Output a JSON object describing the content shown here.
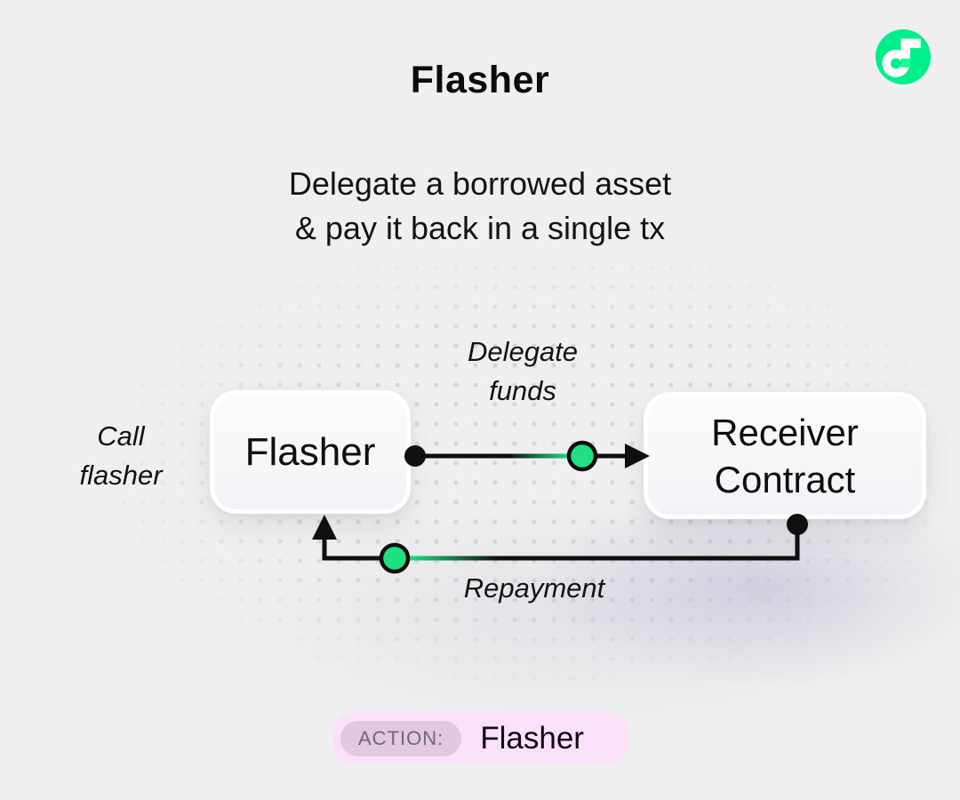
{
  "page": {
    "background": "#EFEFEF"
  },
  "header": {
    "title": "Flasher",
    "subtitle": "Delegate a borrowed asset\n& pay it back in a single tx"
  },
  "logo": {
    "name": "flow-logo",
    "circle_color": "#00EF8B",
    "mark_color": "#FFFFFF",
    "accent_color": "#16FF99"
  },
  "diagram": {
    "call_label": "Call\nflasher",
    "flasher_box_label": "Flasher",
    "receiver_box_label": "Receiver\nContract",
    "delegate_label": "Delegate\nfunds",
    "repayment_label": "Repayment",
    "line_color": "#0F0F0F",
    "node_color": "#1EE184"
  },
  "footer": {
    "action_label": "ACTION:",
    "action_value": "Flasher",
    "badge_bg": "#FAE0F8",
    "chip_bg": "#E4C8DF"
  }
}
